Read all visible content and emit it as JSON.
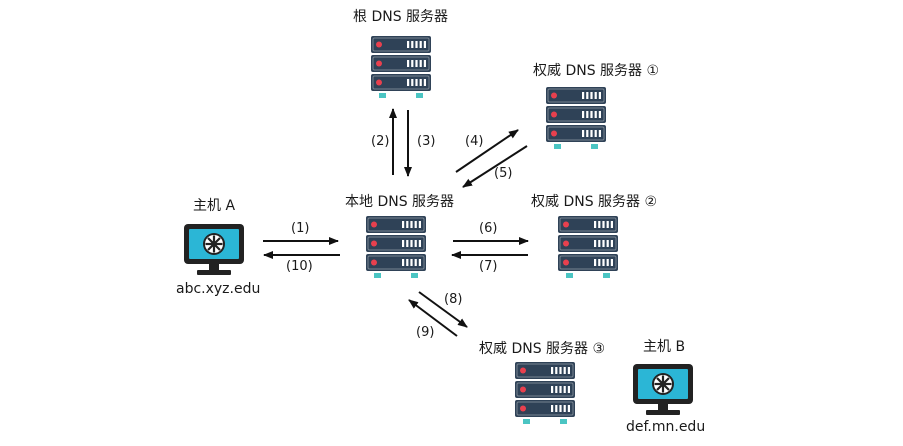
{
  "colors": {
    "server_body": "#2f4257",
    "server_slot": "#ffffff",
    "server_led": "#e8404e",
    "server_foot": "#4bc5c3",
    "monitor": "#222222",
    "screen": "#2bb6d6",
    "arrow": "#111111"
  },
  "nodes": {
    "root": {
      "label": "根 DNS 服务器",
      "icon": "server-icon"
    },
    "local": {
      "label": "本地 DNS 服务器",
      "icon": "server-icon"
    },
    "auth1": {
      "label": "权威 DNS 服务器 ①",
      "icon": "server-icon"
    },
    "auth2": {
      "label": "权威 DNS 服务器 ②",
      "icon": "server-icon"
    },
    "auth3": {
      "label": "权威 DNS 服务器 ③",
      "icon": "server-icon"
    },
    "hostA": {
      "label": "主机 A",
      "address": "abc.xyz.edu",
      "icon": "monitor-icon"
    },
    "hostB": {
      "label": "主机 B",
      "address": "def.mn.edu",
      "icon": "monitor-icon"
    }
  },
  "steps": [
    "(1)",
    "(2)",
    "(3)",
    "(4)",
    "(5)",
    "(6)",
    "(7)",
    "(8)",
    "(9)",
    "(10)"
  ],
  "edges": [
    {
      "from": "hostA",
      "to": "local",
      "step": "(1)"
    },
    {
      "from": "local",
      "to": "hostA",
      "step": "(10)"
    },
    {
      "from": "local",
      "to": "root",
      "step": "(2)"
    },
    {
      "from": "root",
      "to": "local",
      "step": "(3)"
    },
    {
      "from": "local",
      "to": "auth1",
      "step": "(4)"
    },
    {
      "from": "auth1",
      "to": "local",
      "step": "(5)"
    },
    {
      "from": "local",
      "to": "auth2",
      "step": "(6)"
    },
    {
      "from": "auth2",
      "to": "local",
      "step": "(7)"
    },
    {
      "from": "local",
      "to": "auth3",
      "step": "(8)"
    },
    {
      "from": "auth3",
      "to": "local",
      "step": "(9)"
    }
  ]
}
